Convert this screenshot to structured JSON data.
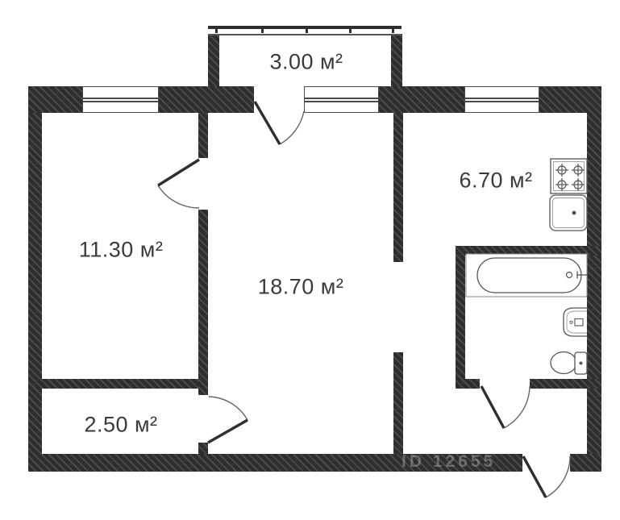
{
  "plan": {
    "type": "apartment-floor-plan",
    "rooms": [
      {
        "id": "balcony",
        "area_label": "3.00 м²"
      },
      {
        "id": "room-left",
        "area_label": "11.30 м²"
      },
      {
        "id": "room-center",
        "area_label": "18.70 м²"
      },
      {
        "id": "kitchen",
        "area_label": "6.70 м²"
      },
      {
        "id": "hallway",
        "area_label": "2.50 м²"
      }
    ],
    "watermark": "ID 12655",
    "fixtures": [
      "bathtub",
      "washbasin",
      "toilet",
      "gas-stove",
      "kitchen-sink"
    ],
    "windows_count": 3,
    "doors_count": 5,
    "colors": {
      "wall": "#2e2e2e",
      "fixture_line": "#555555",
      "label_text": "#3b3b3b",
      "background": "#ffffff"
    }
  }
}
